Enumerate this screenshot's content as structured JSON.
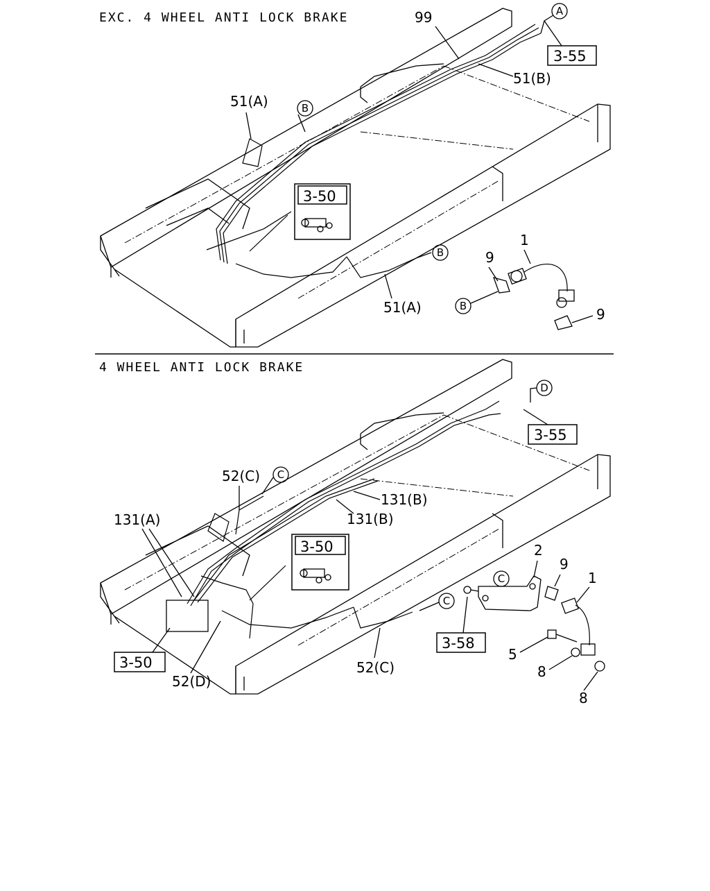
{
  "sections": {
    "top": {
      "title": "EXC. 4 WHEEL ANTI LOCK BRAKE",
      "labels": {
        "p99": "99",
        "ref_3_55": "3-55",
        "p51b": "51(B)",
        "p51a_top": "51(A)",
        "ref_3_50": "3-50",
        "p51a_bottom": "51(A)",
        "p1": "1",
        "p9_upper": "9",
        "p9_lower": "9"
      },
      "callouts": {
        "a": "A",
        "b1": "B",
        "b2": "B",
        "b3": "B"
      }
    },
    "bottom": {
      "title": "4 WHEEL ANTI LOCK BRAKE",
      "labels": {
        "ref_3_55": "3-55",
        "p52c_top": "52(C)",
        "p131a": "131(A)",
        "p131b_upper": "131(B)",
        "p131b_lower": "131(B)",
        "ref_3_50_inset": "3-50",
        "ref_3_50_box": "3-50",
        "p52d": "52(D)",
        "p52c_bottom": "52(C)",
        "ref_3_58": "3-58",
        "p2": "2",
        "p9": "9",
        "p1": "1",
        "p5": "5",
        "p8_a": "8",
        "p8_b": "8"
      },
      "callouts": {
        "d": "D",
        "c1": "C",
        "c2": "C",
        "c3": "C"
      }
    }
  }
}
